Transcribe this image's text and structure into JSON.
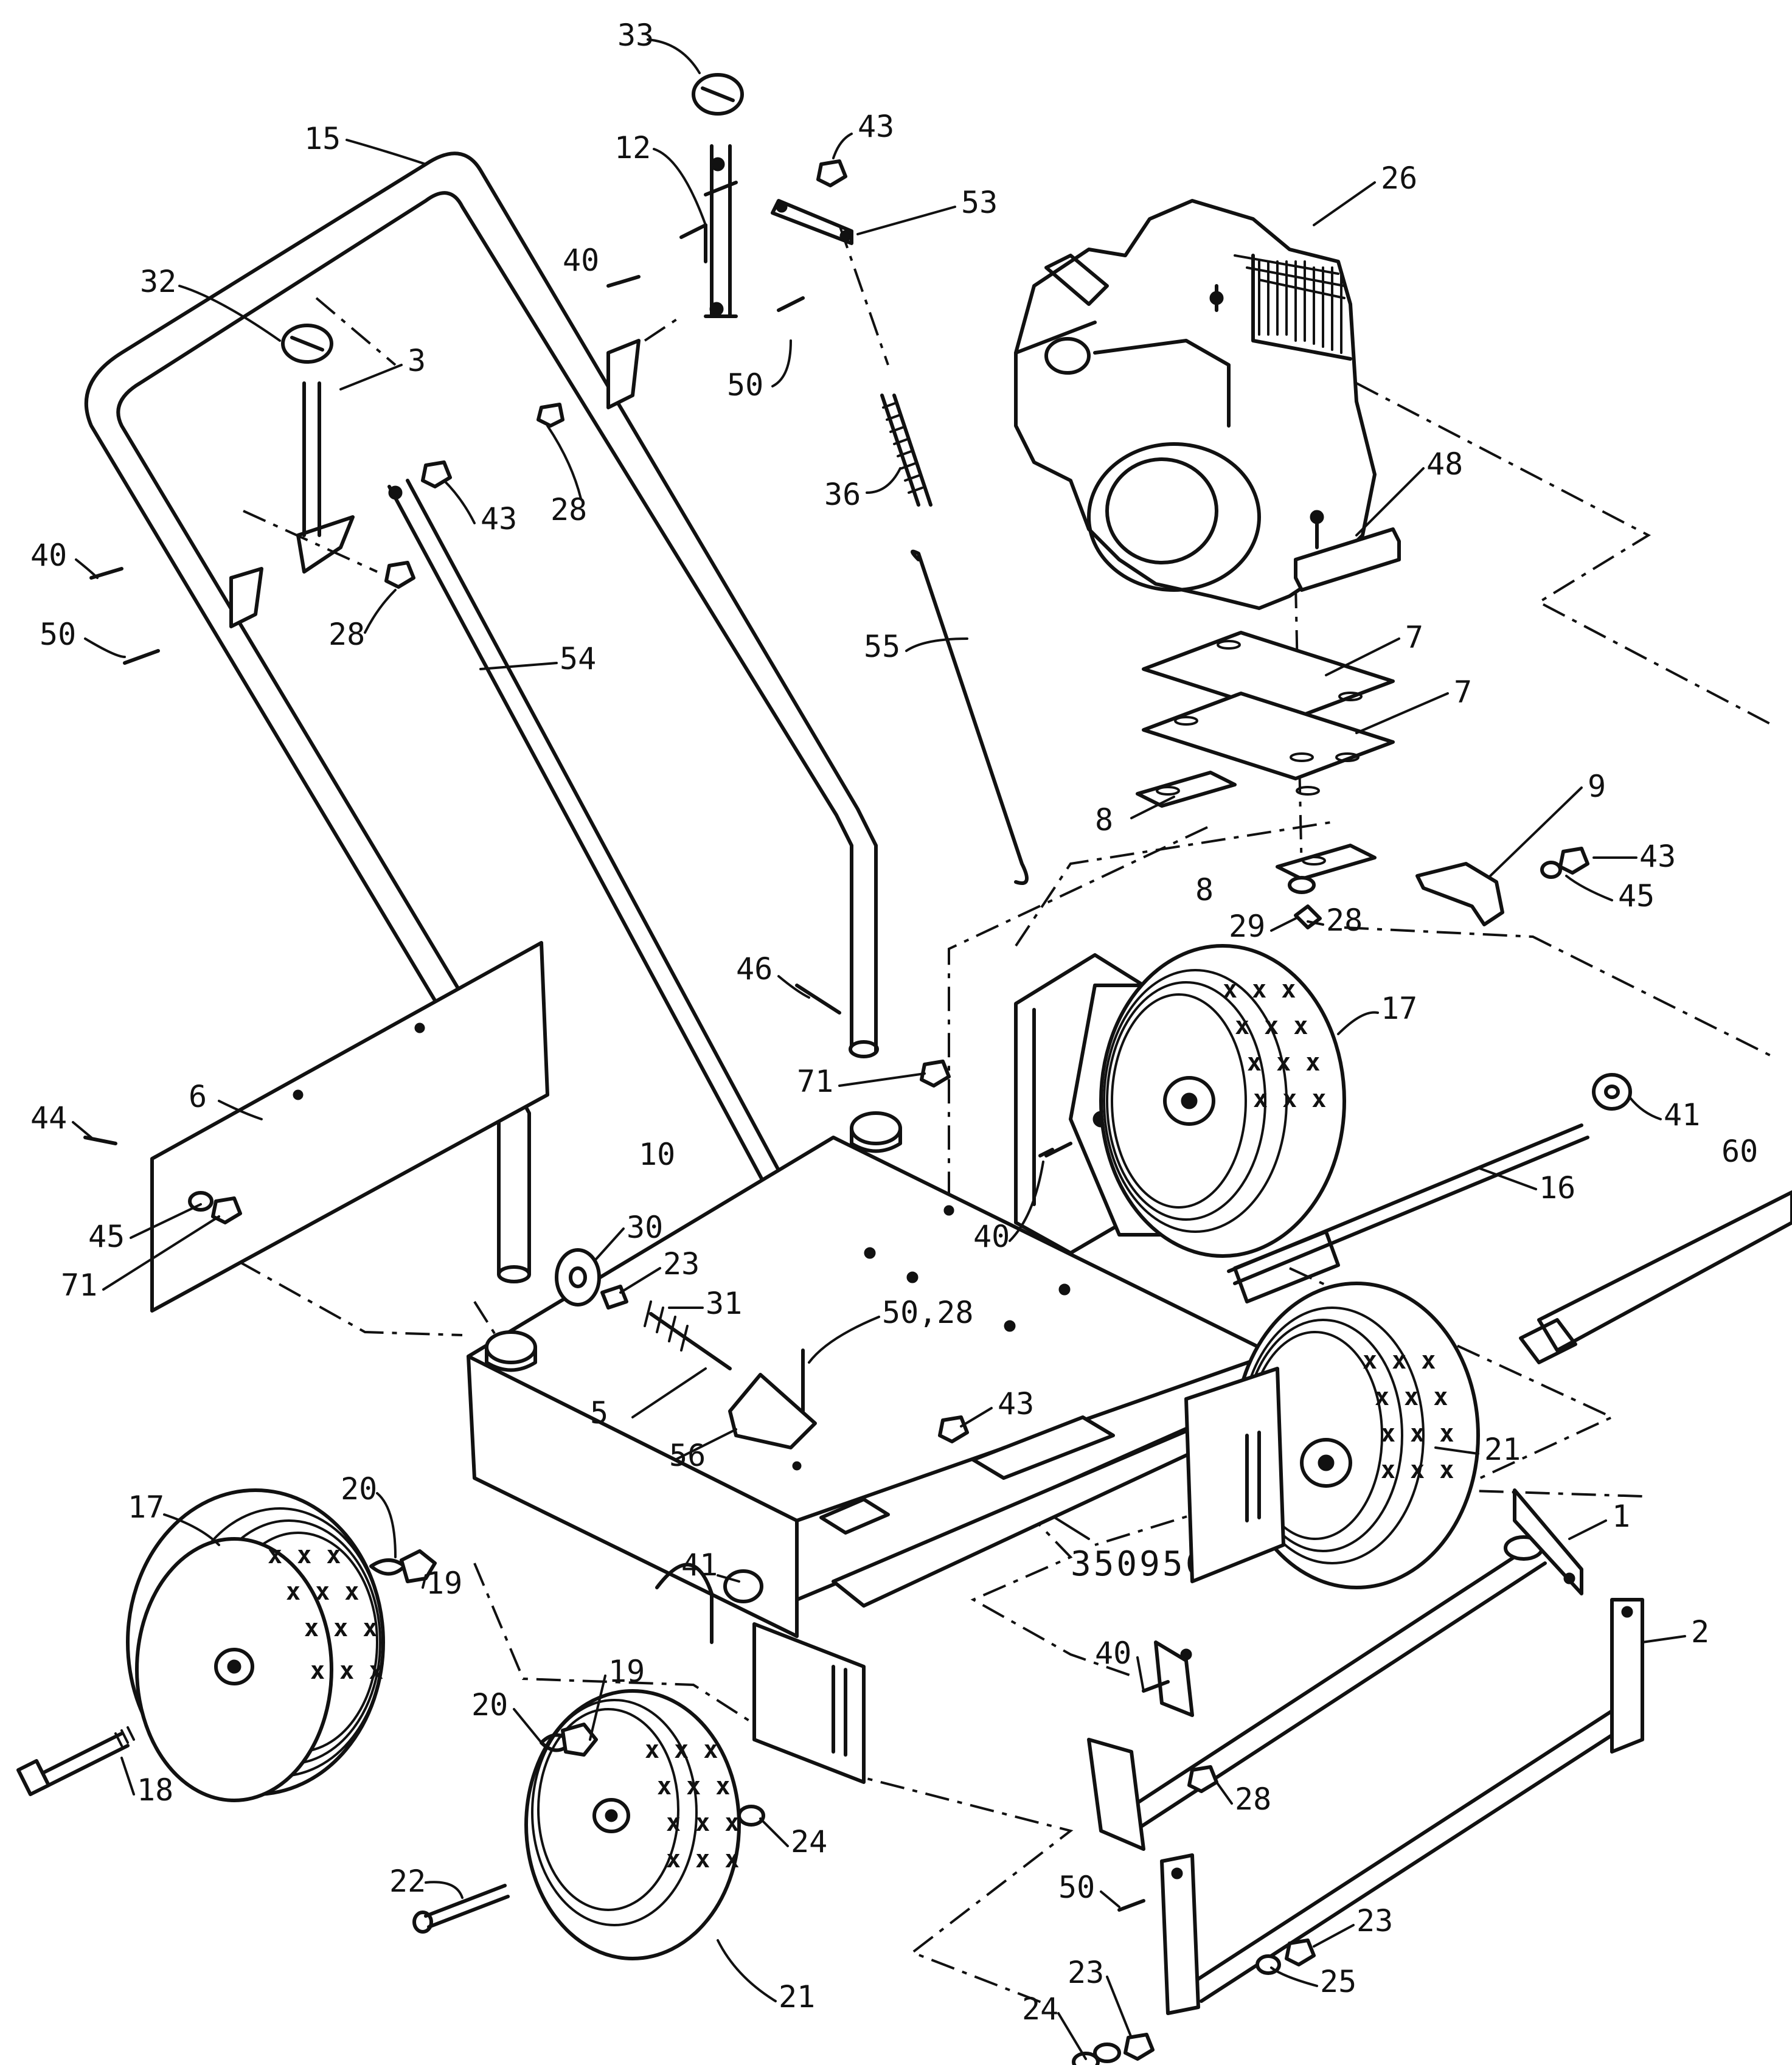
{
  "diagram_code": "35095C",
  "callouts": [
    {
      "id": "c1",
      "label": "1"
    },
    {
      "id": "c2",
      "label": "2"
    },
    {
      "id": "c3",
      "label": "3"
    },
    {
      "id": "c5",
      "label": "5"
    },
    {
      "id": "c6",
      "label": "6"
    },
    {
      "id": "c7a",
      "label": "7"
    },
    {
      "id": "c7b",
      "label": "7"
    },
    {
      "id": "c8a",
      "label": "8"
    },
    {
      "id": "c8b",
      "label": "8"
    },
    {
      "id": "c9",
      "label": "9"
    },
    {
      "id": "c10",
      "label": "10"
    },
    {
      "id": "c12",
      "label": "12"
    },
    {
      "id": "c15",
      "label": "15"
    },
    {
      "id": "c16",
      "label": "16"
    },
    {
      "id": "c17a",
      "label": "17"
    },
    {
      "id": "c17b",
      "label": "17"
    },
    {
      "id": "c18",
      "label": "18"
    },
    {
      "id": "c19a",
      "label": "19"
    },
    {
      "id": "c19b",
      "label": "19"
    },
    {
      "id": "c20a",
      "label": "20"
    },
    {
      "id": "c20b",
      "label": "20"
    },
    {
      "id": "c21a",
      "label": "21"
    },
    {
      "id": "c21b",
      "label": "21"
    },
    {
      "id": "c22",
      "label": "22"
    },
    {
      "id": "c23a",
      "label": "23"
    },
    {
      "id": "c23b",
      "label": "23"
    },
    {
      "id": "c23c",
      "label": "23"
    },
    {
      "id": "c24a",
      "label": "24"
    },
    {
      "id": "c24b",
      "label": "24"
    },
    {
      "id": "c25",
      "label": "25"
    },
    {
      "id": "c26",
      "label": "26"
    },
    {
      "id": "c28a",
      "label": "28"
    },
    {
      "id": "c28b",
      "label": "28"
    },
    {
      "id": "c28c",
      "label": "28"
    },
    {
      "id": "c28d",
      "label": "28"
    },
    {
      "id": "c29",
      "label": "29"
    },
    {
      "id": "c30",
      "label": "30"
    },
    {
      "id": "c31",
      "label": "31"
    },
    {
      "id": "c32",
      "label": "32"
    },
    {
      "id": "c33",
      "label": "33"
    },
    {
      "id": "c36",
      "label": "36"
    },
    {
      "id": "c40a",
      "label": "40"
    },
    {
      "id": "c40b",
      "label": "40"
    },
    {
      "id": "c40c",
      "label": "40"
    },
    {
      "id": "c40d",
      "label": "40"
    },
    {
      "id": "c41a",
      "label": "41"
    },
    {
      "id": "c41b",
      "label": "41"
    },
    {
      "id": "c43a",
      "label": "43"
    },
    {
      "id": "c43b",
      "label": "43"
    },
    {
      "id": "c43c",
      "label": "43"
    },
    {
      "id": "c43d",
      "label": "43"
    },
    {
      "id": "c44",
      "label": "44"
    },
    {
      "id": "c45a",
      "label": "45"
    },
    {
      "id": "c45b",
      "label": "45"
    },
    {
      "id": "c46",
      "label": "46"
    },
    {
      "id": "c48",
      "label": "48"
    },
    {
      "id": "c50a",
      "label": "50"
    },
    {
      "id": "c50b",
      "label": "50"
    },
    {
      "id": "c50c",
      "label": "50"
    },
    {
      "id": "c5028",
      "label": "50,28"
    },
    {
      "id": "c53",
      "label": "53"
    },
    {
      "id": "c54",
      "label": "54"
    },
    {
      "id": "c55",
      "label": "55"
    },
    {
      "id": "c56",
      "label": "56"
    },
    {
      "id": "c60",
      "label": "60"
    },
    {
      "id": "c71a",
      "label": "71"
    },
    {
      "id": "c71b",
      "label": "71"
    }
  ],
  "tread_mark": "x x x"
}
